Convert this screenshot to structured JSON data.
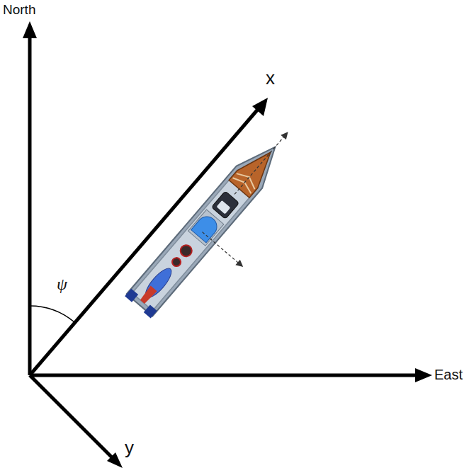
{
  "diagram": {
    "labels": [
      "North",
      "x",
      "ψ",
      "East",
      "y"
    ]
  }
}
